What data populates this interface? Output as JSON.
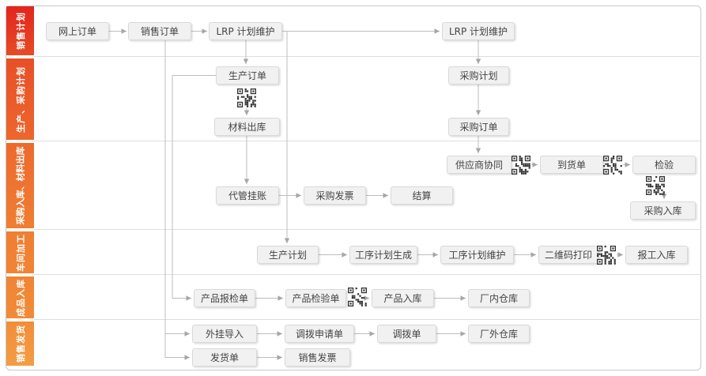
{
  "diagram": {
    "sidebar": {
      "groups": [
        {
          "label": "销售计划",
          "color_top": "#e3251c",
          "color_bottom": "#e74b26"
        },
        {
          "label": "生产、采购计划",
          "color_top": "#e84f27",
          "color_bottom": "#ec672d"
        },
        {
          "label": "采购入库、材料出库",
          "color_top": "#ed692e",
          "color_bottom": "#ef7e33"
        },
        {
          "label": "车间加工",
          "color_top": "#ef7f33",
          "color_bottom": "#f08434"
        },
        {
          "label": "成品入库",
          "color_top": "#f08535",
          "color_bottom": "#f18b37"
        },
        {
          "label": "销售发货",
          "color_top": "#f18d38",
          "color_bottom": "#f39d45"
        }
      ]
    },
    "nodes": {
      "online_order": "网上订单",
      "sales_order": "销售订单",
      "lrp_plan_1": "LRP 计划维护",
      "lrp_plan_2": "LRP 计划维护",
      "production_order": "生产订单",
      "material_issue": "材料出库",
      "purchase_plan": "采购计划",
      "purchase_order": "采购订单",
      "supplier_collab": "供应商协同",
      "arrival_note": "到货单",
      "inspection": "检验",
      "purchase_receipt": "采购入库",
      "consignment_account": "代管挂账",
      "purchase_invoice": "采购发票",
      "settlement": "结算",
      "production_plan": "生产计划",
      "process_plan_generate": "工序计划生成",
      "process_plan_maintain": "工序计划维护",
      "qrcode_print": "二维码打印",
      "work_report_receipt": "报工入库",
      "product_inspect_request": "产品报检单",
      "product_inspect_sheet": "产品检验单",
      "product_receipt": "产品入库",
      "factory_warehouse": "厂内仓库",
      "external_import": "外挂导入",
      "transfer_request": "调拨申请单",
      "transfer_order": "调拨单",
      "external_warehouse": "厂外仓库",
      "delivery_note": "发货单",
      "sales_invoice": "销售发票"
    },
    "icons": {
      "qr_code": "qr-code-icon"
    },
    "colors": {
      "node_bg": "#f1f1f1",
      "node_border": "#d9d9d9",
      "node_text": "#444444",
      "line": "#bdbdbd",
      "arrow": "#a6a6a6",
      "frame_border": "#c9c9c9",
      "divider": "#dedede"
    }
  }
}
